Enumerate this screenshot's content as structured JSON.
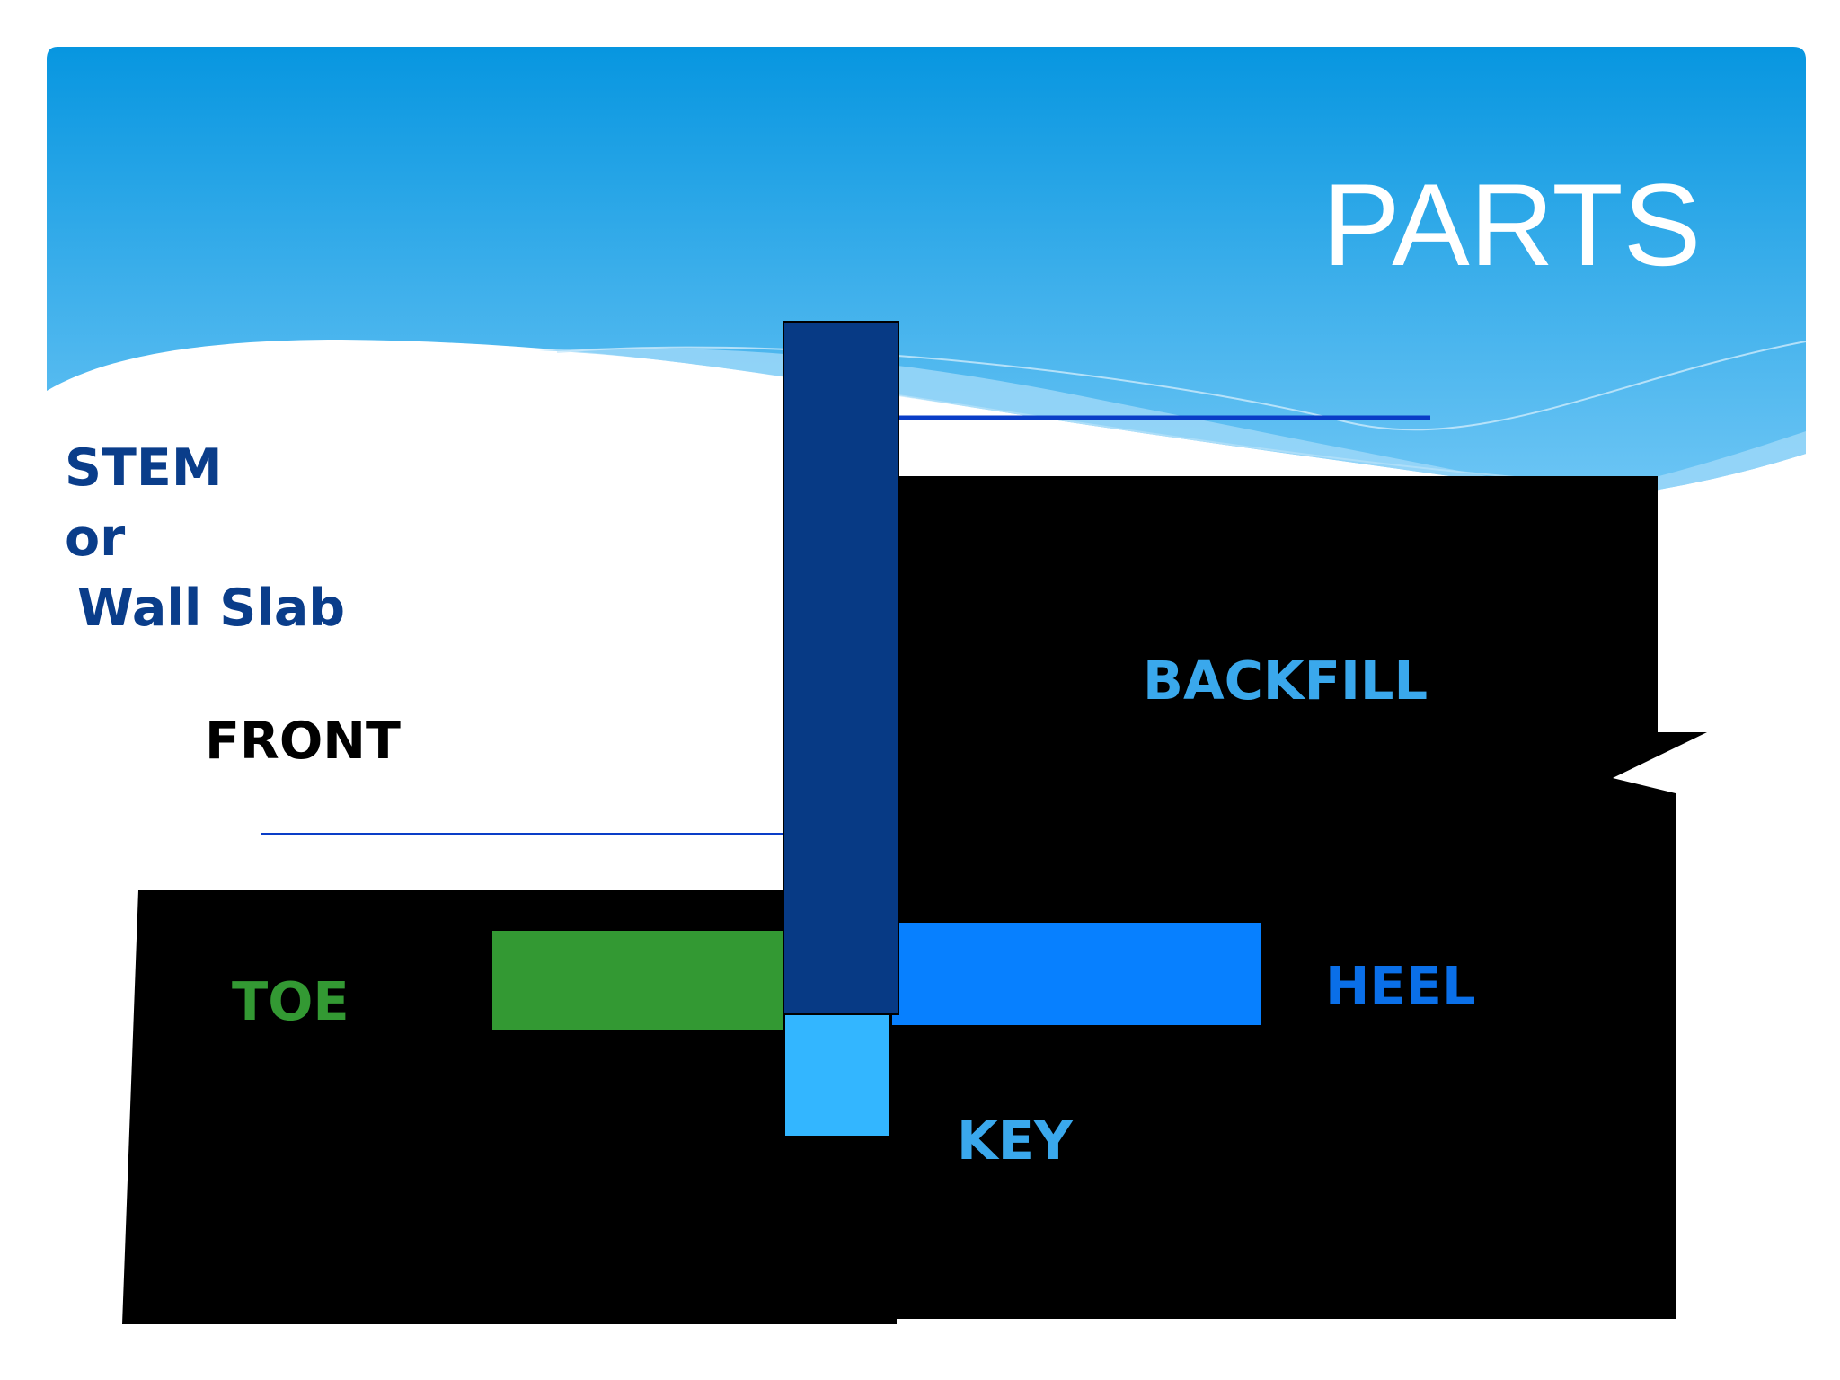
{
  "title": "PARTS",
  "labels": {
    "stem": [
      "STEM",
      "or",
      "Wall Slab"
    ],
    "front": "FRONT",
    "backfill": "BACKFILL",
    "toe": "TOE",
    "heel": "HEEL",
    "key": "KEY"
  },
  "colors": {
    "sky_top": "#0796E0",
    "sky_bottom": "#6EC6F5",
    "title": "#FFFFFF",
    "stem": "#073A85",
    "stem_label": "#0A3D8A",
    "front_label": "#000000",
    "backfill_label": "#3AA8EC",
    "toe": "#339933",
    "heel": "#0780FF",
    "heel_label": "#0A6FE8",
    "key": "#33B6FF",
    "key_label": "#3AA8EC",
    "soil": "#000000",
    "water_line": "#0A3DC7"
  }
}
